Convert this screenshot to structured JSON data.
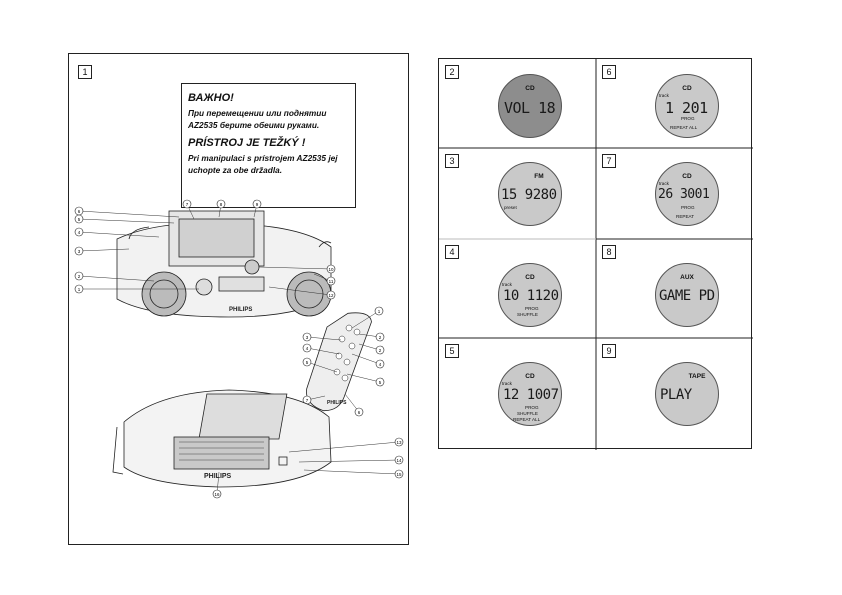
{
  "figures": {
    "fig1": "1",
    "fig2": "2",
    "fig3": "3",
    "fig4": "4",
    "fig5": "5",
    "fig6": "6",
    "fig7": "7",
    "fig8": "8",
    "fig9": "9"
  },
  "notice": {
    "ru_heading": "ВАЖНО!",
    "ru_text": "При перемещении или поднятии AZ2535 берите обеими руками.",
    "sk_heading": "PRÍSTROJ JE TEŽKÝ !",
    "sk_text": "Pri manipulaci s prístrojem AZ2535 jej uchopte za obe držadla."
  },
  "device": {
    "brand": "PHILIPS",
    "callouts": [
      "1",
      "2",
      "3",
      "4",
      "5",
      "6",
      "7",
      "8",
      "9",
      "10",
      "11",
      "12",
      "13",
      "14",
      "15",
      "16"
    ]
  },
  "remote": {
    "brand": "PHILIPS",
    "callouts": [
      "1",
      "2",
      "3",
      "4",
      "5",
      "6",
      "7",
      "8"
    ]
  },
  "displays": {
    "d2": {
      "source": "CD",
      "main": "VOL 18"
    },
    "d6": {
      "source": "CD",
      "track": "track",
      "main": "1 201",
      "prog": "PROG",
      "repeat": "REPEAT ALL"
    },
    "d3": {
      "source": "FM",
      "main": "15 9280",
      "preset": "preset"
    },
    "d7": {
      "source": "CD",
      "track": "track",
      "main": "26 3001",
      "prog": "PROG",
      "repeat": "REPEAT"
    },
    "d4": {
      "source": "CD",
      "track": "track",
      "main": "10 1120",
      "prog": "PROG",
      "shuffle": "SHUFFLE"
    },
    "d8": {
      "source": "AUX",
      "main": "GAME PD"
    },
    "d5": {
      "source": "CD",
      "track": "track",
      "main": "12 1007",
      "prog": "PROG",
      "shuffle": "SHUFFLE",
      "repeat": "REPEAT ALL"
    },
    "d9": {
      "source": "TAPE",
      "main": "PLAY"
    }
  }
}
